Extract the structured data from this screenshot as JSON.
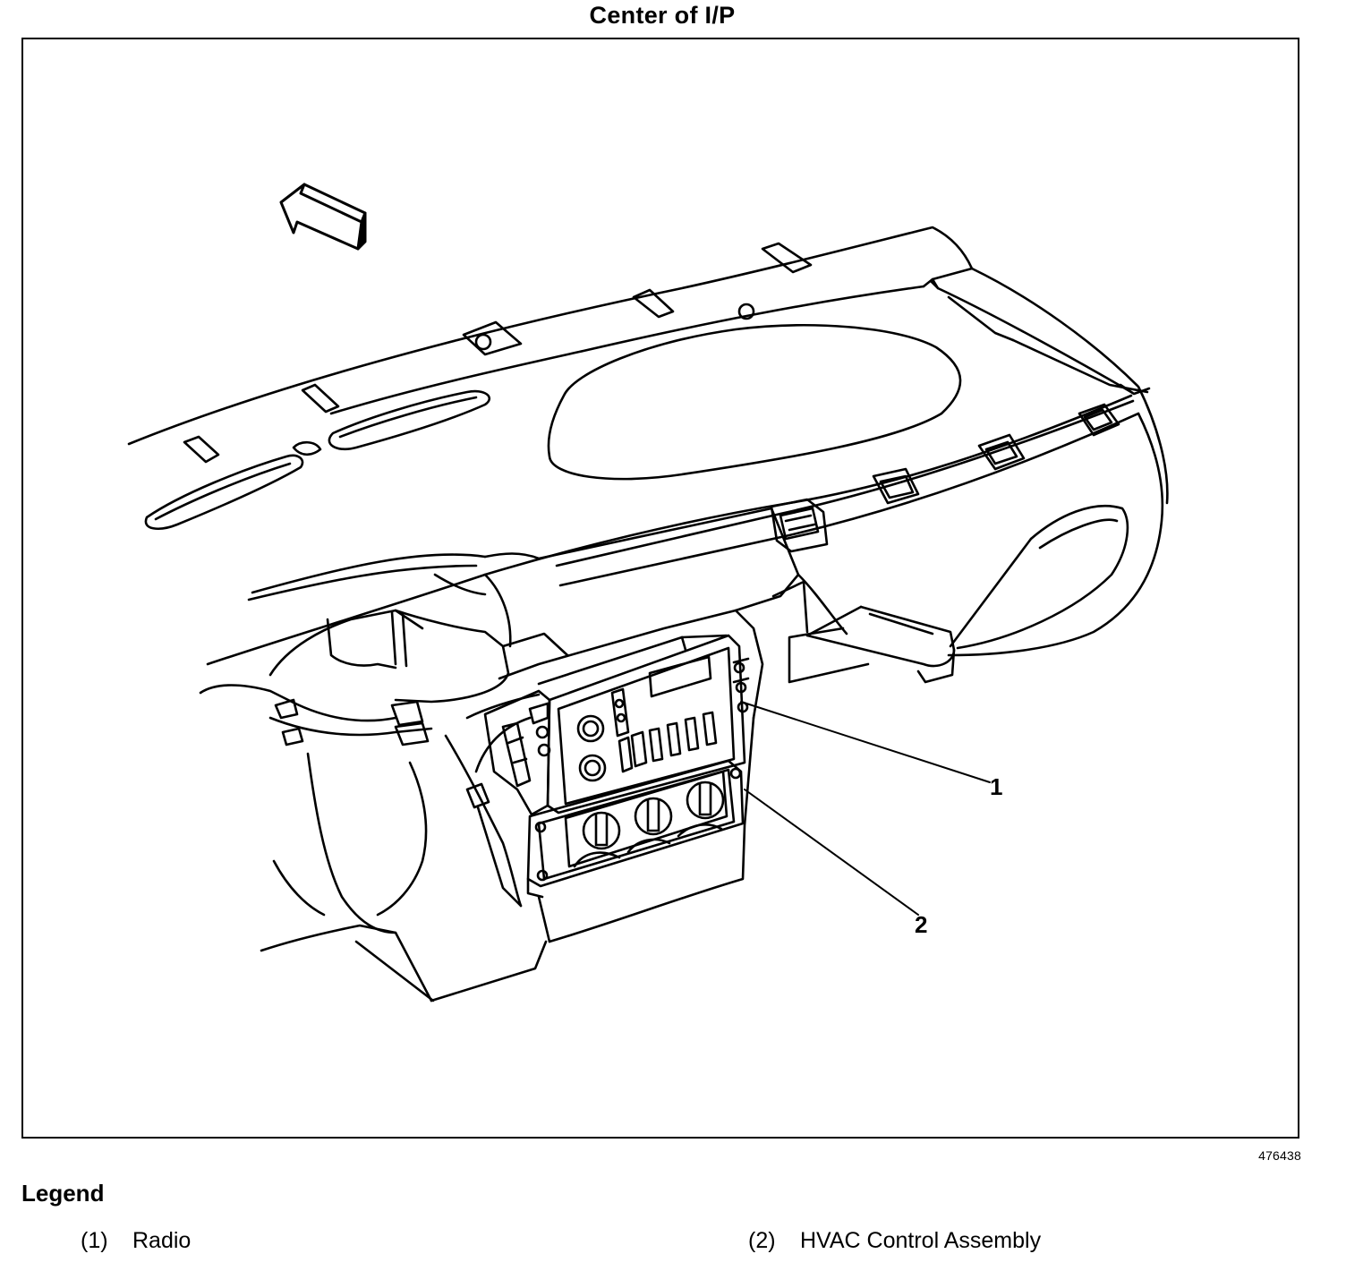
{
  "diagram": {
    "title": "Center of I/P",
    "figure_number": "476438",
    "callouts": [
      {
        "number": "1"
      },
      {
        "number": "2"
      }
    ]
  },
  "legend": {
    "heading": "Legend",
    "items": [
      {
        "number": "(1)",
        "label": "Radio"
      },
      {
        "number": "(2)",
        "label": "HVAC Control Assembly"
      }
    ]
  }
}
